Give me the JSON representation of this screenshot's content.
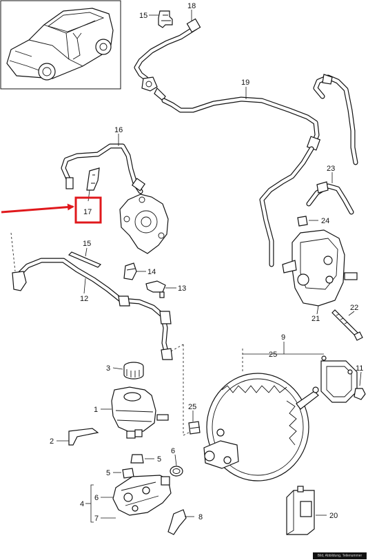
{
  "labels": {
    "p1": "1",
    "p2": "2",
    "p3": "3",
    "p4": "4",
    "p5a": "5",
    "p5b": "5",
    "p6a": "6",
    "p6b": "6",
    "p7": "7",
    "p8": "8",
    "p9": "9",
    "p11": "11",
    "p12": "12",
    "p13": "13",
    "p14": "14",
    "p15a": "15",
    "p15b": "15",
    "p16": "16",
    "p17": "17",
    "p18": "18",
    "p19": "19",
    "p20": "20",
    "p21": "21",
    "p22": "22",
    "p23": "23",
    "p24": "24",
    "p25a": "25",
    "p25b": "25"
  },
  "highlight": {
    "label": "17",
    "color": "#e0181c"
  },
  "footer": {
    "text": "Bild, Abbildung, Teilenummer"
  }
}
